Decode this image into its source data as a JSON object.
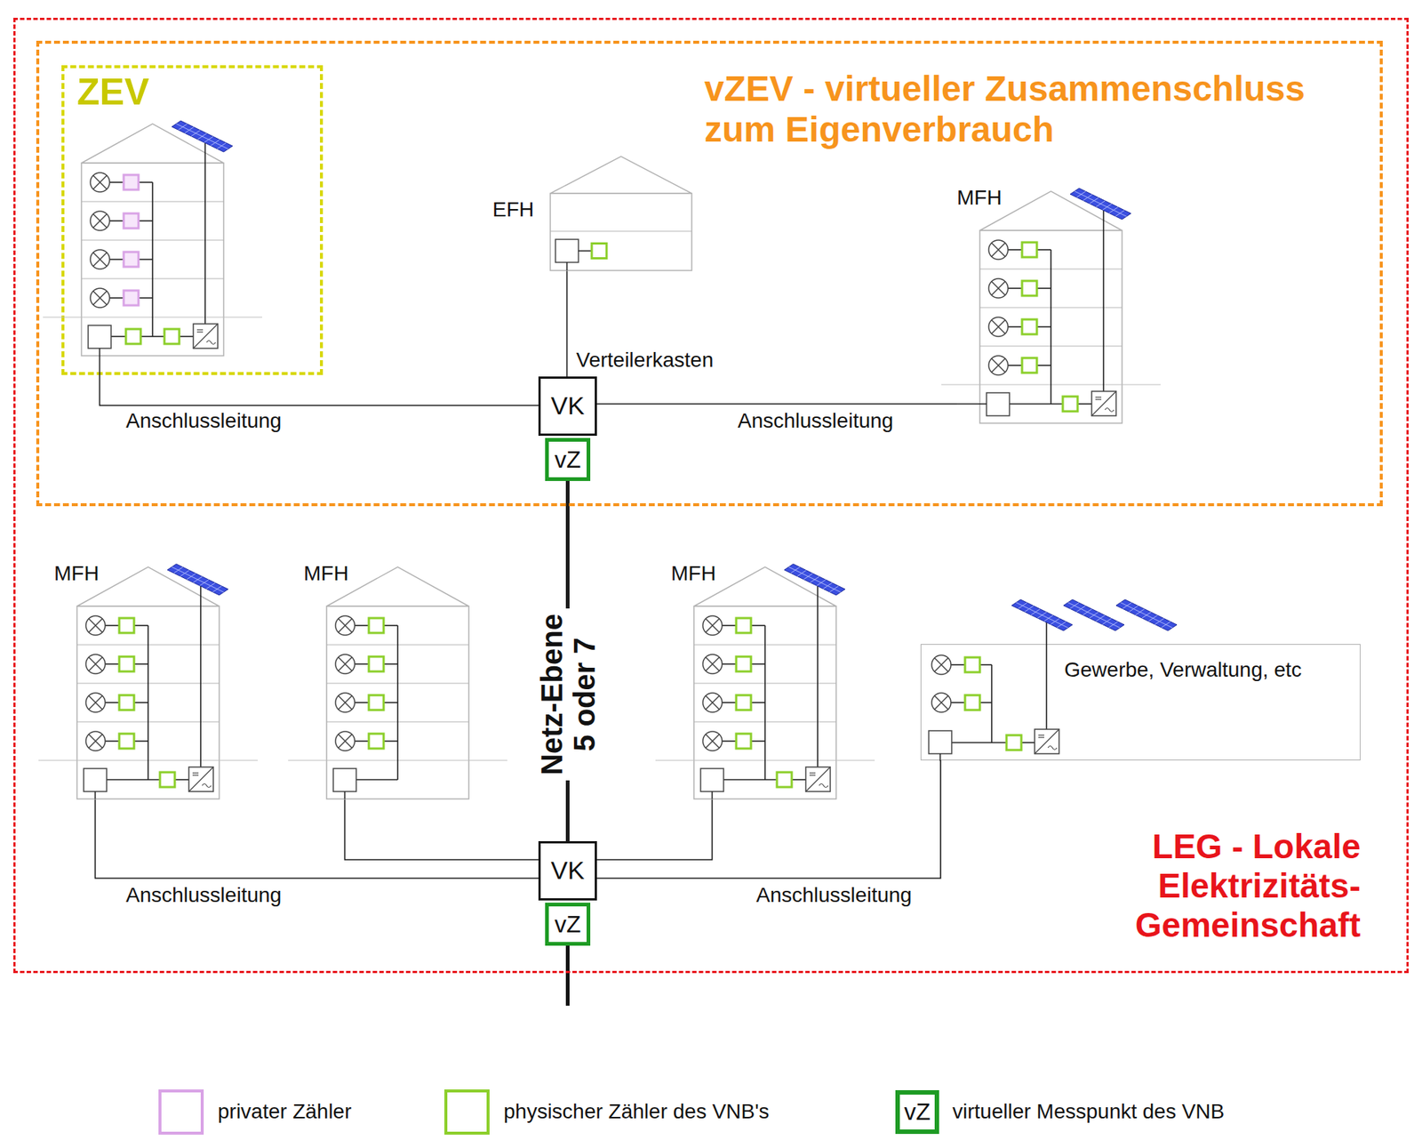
{
  "diagram": {
    "nodes": [
      {
        "text": [
          "LEG - Lokale Elektrizitäts-Gemeinschaft"
        ]
      },
      {
        "text": [
          "vZEV - virtueller Zusammenschluss zum Eigenverbrauch"
        ],
        "in": 0
      },
      {
        "text": [
          "ZEV"
        ],
        "in": 1
      },
      {
        "text": [
          "EFH"
        ],
        "in": 1
      },
      {
        "text": [
          "MFH"
        ],
        "in": 1
      },
      {
        "text": [
          "VK"
        ],
        "in": 1
      },
      {
        "text": [
          "vZ"
        ],
        "in": 1
      },
      {
        "text": [
          "MFH"
        ],
        "in": 0
      },
      {
        "text": [
          "MFH"
        ],
        "in": 0
      },
      {
        "text": [
          "MFH"
        ],
        "in": 0
      },
      {
        "text": [
          "Gewerbe, Verwaltung, etc"
        ],
        "in": 0
      },
      {
        "text": [
          "VK"
        ],
        "in": 0
      },
      {
        "text": [
          "vZ"
        ],
        "in": 0
      }
    ],
    "edges": [
      {
        "from": 2,
        "to": 5,
        "arrow": "none",
        "label": "Anschlussleitung"
      },
      {
        "from": 3,
        "to": 5,
        "arrow": "none"
      },
      {
        "from": 4,
        "to": 5,
        "arrow": "none",
        "label": "Anschlussleitung"
      },
      {
        "from": 6,
        "to": 11,
        "arrow": "none",
        "label": "Netz-Ebene 5 oder 7"
      },
      {
        "from": 7,
        "to": 11,
        "arrow": "none",
        "label": "Anschlussleitung"
      },
      {
        "from": 8,
        "to": 11,
        "arrow": "none"
      },
      {
        "from": 9,
        "to": 11,
        "arrow": "none"
      },
      {
        "from": 10,
        "to": 11,
        "arrow": "none",
        "label": "Anschlussleitung"
      }
    ],
    "labels": [
      "Verteilerkasten",
      "vZ"
    ],
    "legend": [
      {
        "text": "privater Zähler",
        "color": "#d9a3e6"
      },
      {
        "text": "physischer Zähler des VNB's",
        "color": "#8ccf2b"
      },
      {
        "text": "virtueller Messpunkt des VNB",
        "color": "#1e9b24"
      }
    ]
  }
}
